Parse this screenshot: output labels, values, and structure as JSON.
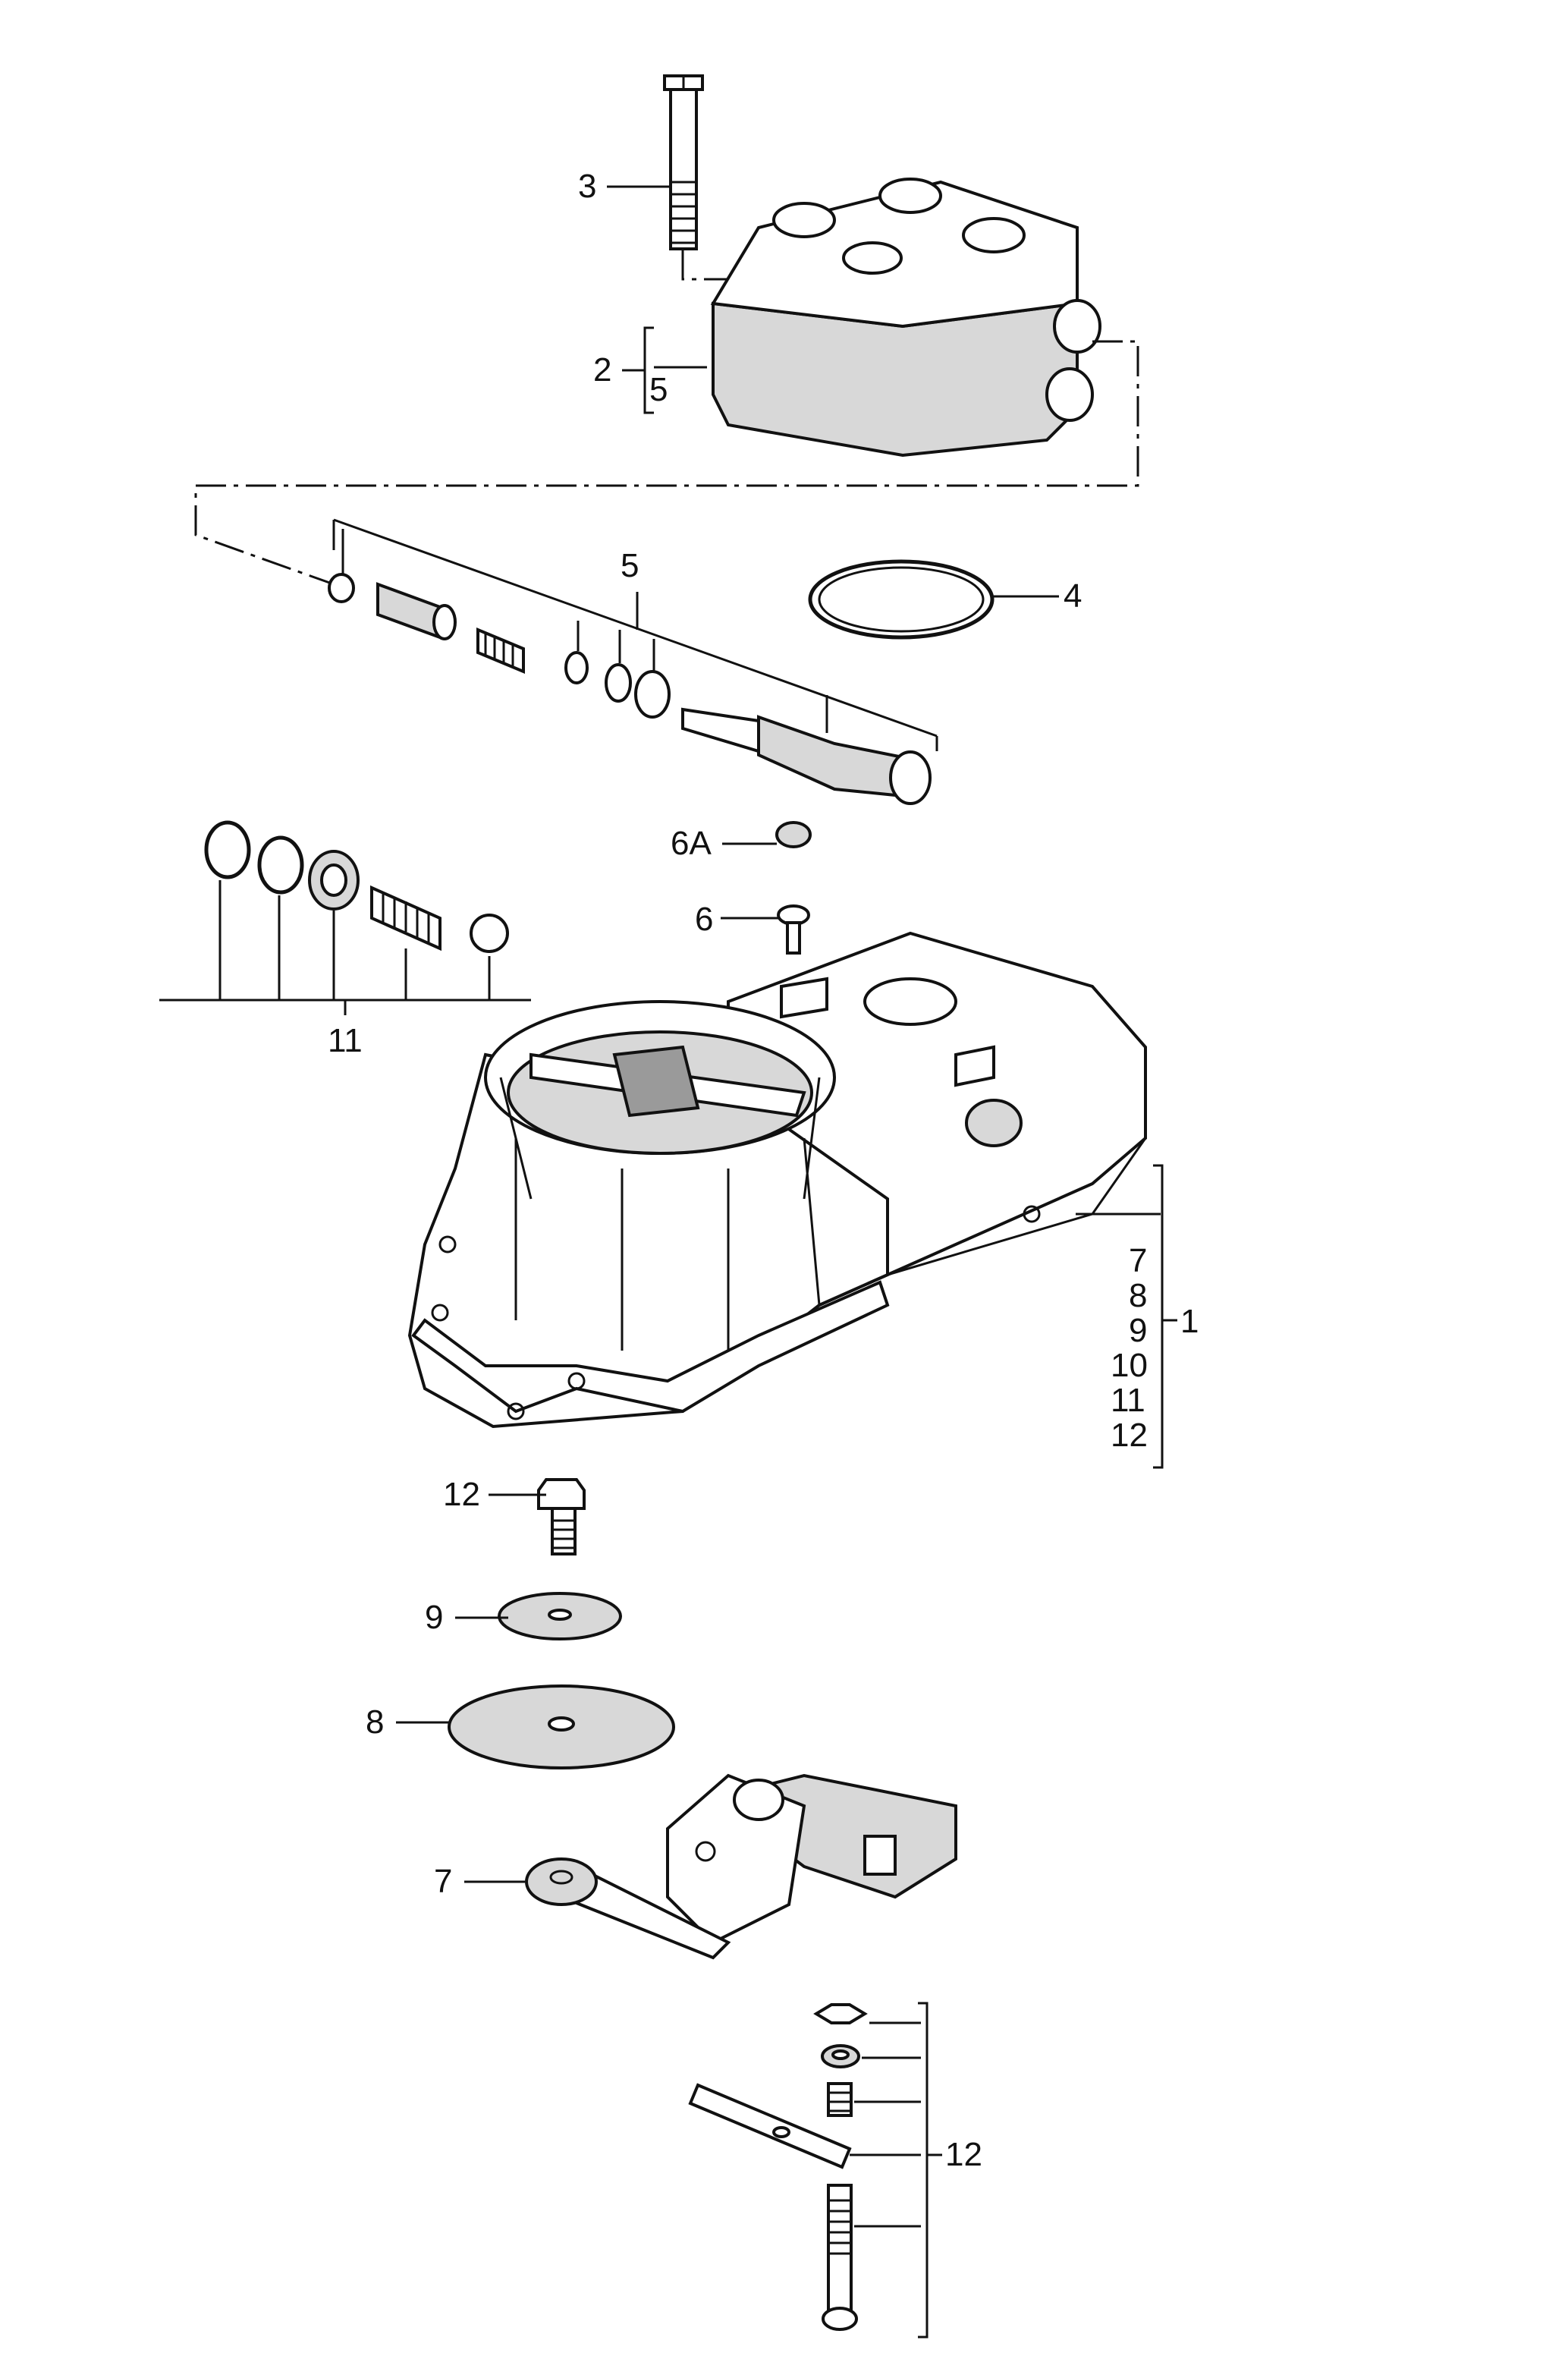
{
  "callouts": {
    "c1": "1",
    "c2": "2",
    "c3": "3",
    "c4": "4",
    "c5_head": "5",
    "c5_group": "5",
    "c6a": "6A",
    "c6": "6",
    "c11": "11",
    "c1_list": [
      "7",
      "8",
      "9",
      "10",
      "11",
      "12"
    ],
    "c12_bolt": "12",
    "c9": "9",
    "c8": "8",
    "c7": "7",
    "c12_group": "12"
  }
}
